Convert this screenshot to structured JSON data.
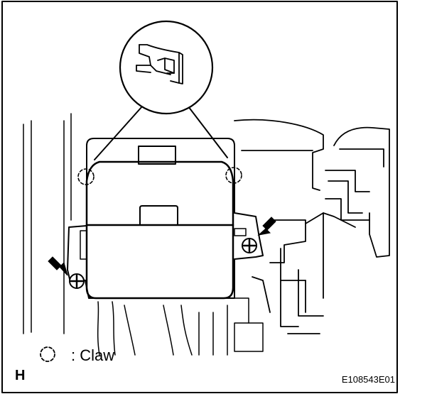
{
  "legend": {
    "symbol": "dashed-circle",
    "text": ": Claw"
  },
  "corner_label": "H",
  "figure_code": "E108543E01",
  "colors": {
    "ink": "#000000",
    "paper": "#ffffff"
  }
}
